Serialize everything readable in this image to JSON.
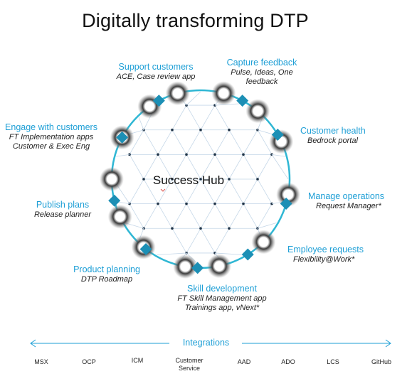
{
  "title": "Digitally transforming DTP",
  "hub": "Success Hub",
  "nodes": [
    {
      "label": "Support customers",
      "sub": [
        "ACE, Case review app"
      ]
    },
    {
      "label": "Capture feedback",
      "sub": [
        "Pulse, Ideas, One",
        "feedback"
      ]
    },
    {
      "label": "Customer health",
      "sub": [
        "Bedrock portal"
      ]
    },
    {
      "label": "Manage operations",
      "sub": [
        "Request Manager*"
      ]
    },
    {
      "label": "Employee requests",
      "sub": [
        "Flexibility@Work*"
      ]
    },
    {
      "label": "Skill development",
      "sub": [
        "FT Skill Management app",
        "Trainings app, vNext*"
      ]
    },
    {
      "label": "Product planning",
      "sub": [
        "DTP Roadmap"
      ]
    },
    {
      "label": "Publish plans",
      "sub": [
        "Release planner"
      ]
    },
    {
      "label": "Engage with customers",
      "sub": [
        "FT Implementation apps",
        "Customer & Exec Eng"
      ]
    }
  ],
  "integrations": {
    "title": "Integrations",
    "items": [
      "MSX",
      "OCP",
      "ICM",
      "Customer Service",
      "AAD",
      "ADO",
      "LCS",
      "GitHub"
    ]
  },
  "colors": {
    "accent": "#1e9fd6",
    "ring": "#2fb7d4",
    "diamond": "#1c8fb5",
    "net": "#c5d7e8",
    "dot": "#1f3347"
  }
}
